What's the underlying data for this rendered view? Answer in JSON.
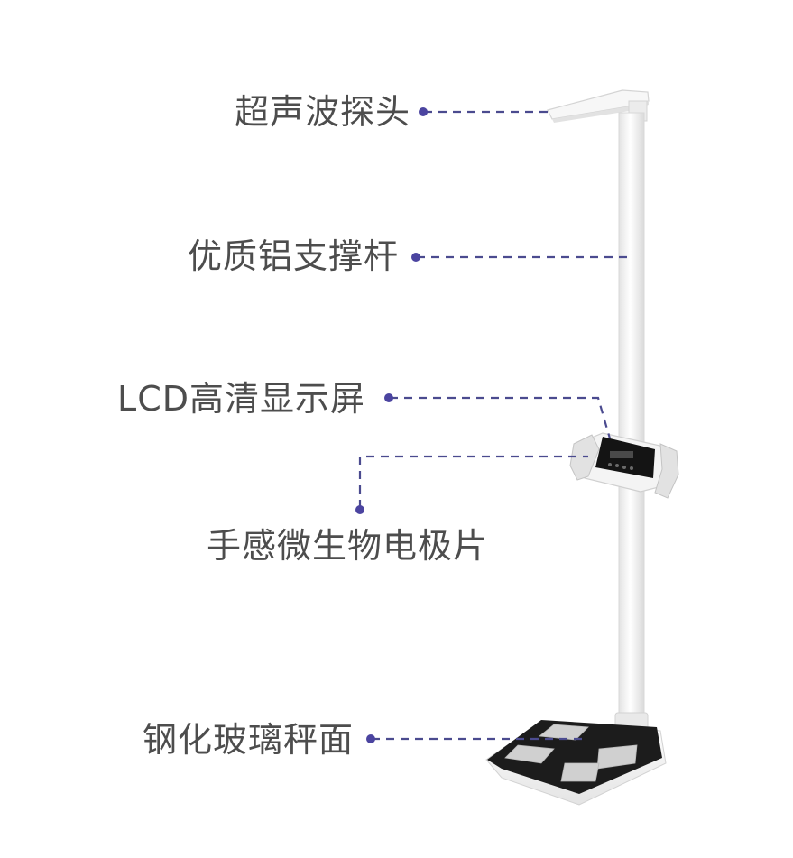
{
  "labels": {
    "ultrasonic_probe": "超声波探头",
    "aluminum_pole": "优质铝支撑杆",
    "lcd_screen": "LCD高清显示屏",
    "hand_electrodes": "手感微生物电极片",
    "glass_platform": "钢化玻璃秤面"
  },
  "colors": {
    "label_text": "#4d4d4d",
    "callout_line": "#4b4b8f",
    "callout_dot": "#4b44a0",
    "device_white": "#f4f4f4",
    "device_shadow": "#d9d9d9",
    "platform_black": "#1c1c1c",
    "electrode_grey": "#d0d0d0"
  }
}
